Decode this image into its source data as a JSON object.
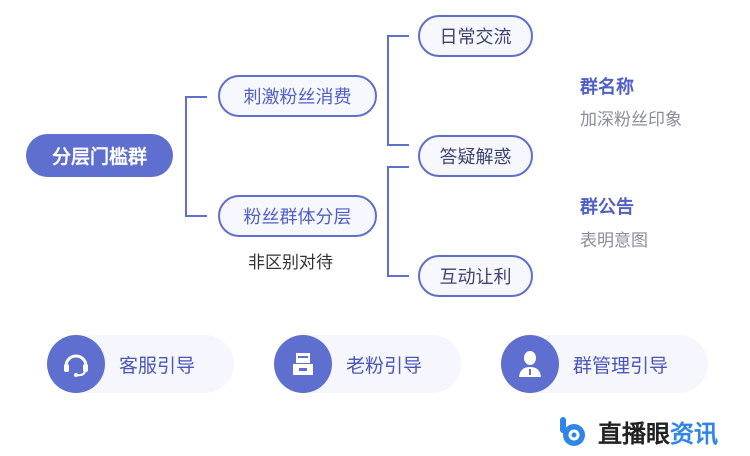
{
  "root": "分层门槛群",
  "branches": [
    {
      "label": "刺激粉丝消费"
    },
    {
      "label": "粉丝群体分层",
      "note": "非区别对待"
    }
  ],
  "leaves": [
    "日常交流",
    "答疑解惑",
    "互动让利"
  ],
  "notes": [
    {
      "title": "群名称",
      "sub": "加深粉丝印象"
    },
    {
      "title": "群公告",
      "sub": "表明意图"
    }
  ],
  "guides": [
    {
      "label": "客服引导",
      "icon": "headset-icon"
    },
    {
      "label": "老粉引导",
      "icon": "printer-icon"
    },
    {
      "label": "群管理引导",
      "icon": "user-icon"
    }
  ],
  "brand": {
    "main": "直播眼",
    "accent": "资讯"
  },
  "colors": {
    "accent": "#5f6fcf",
    "brand_blue": "#2e86e8"
  }
}
